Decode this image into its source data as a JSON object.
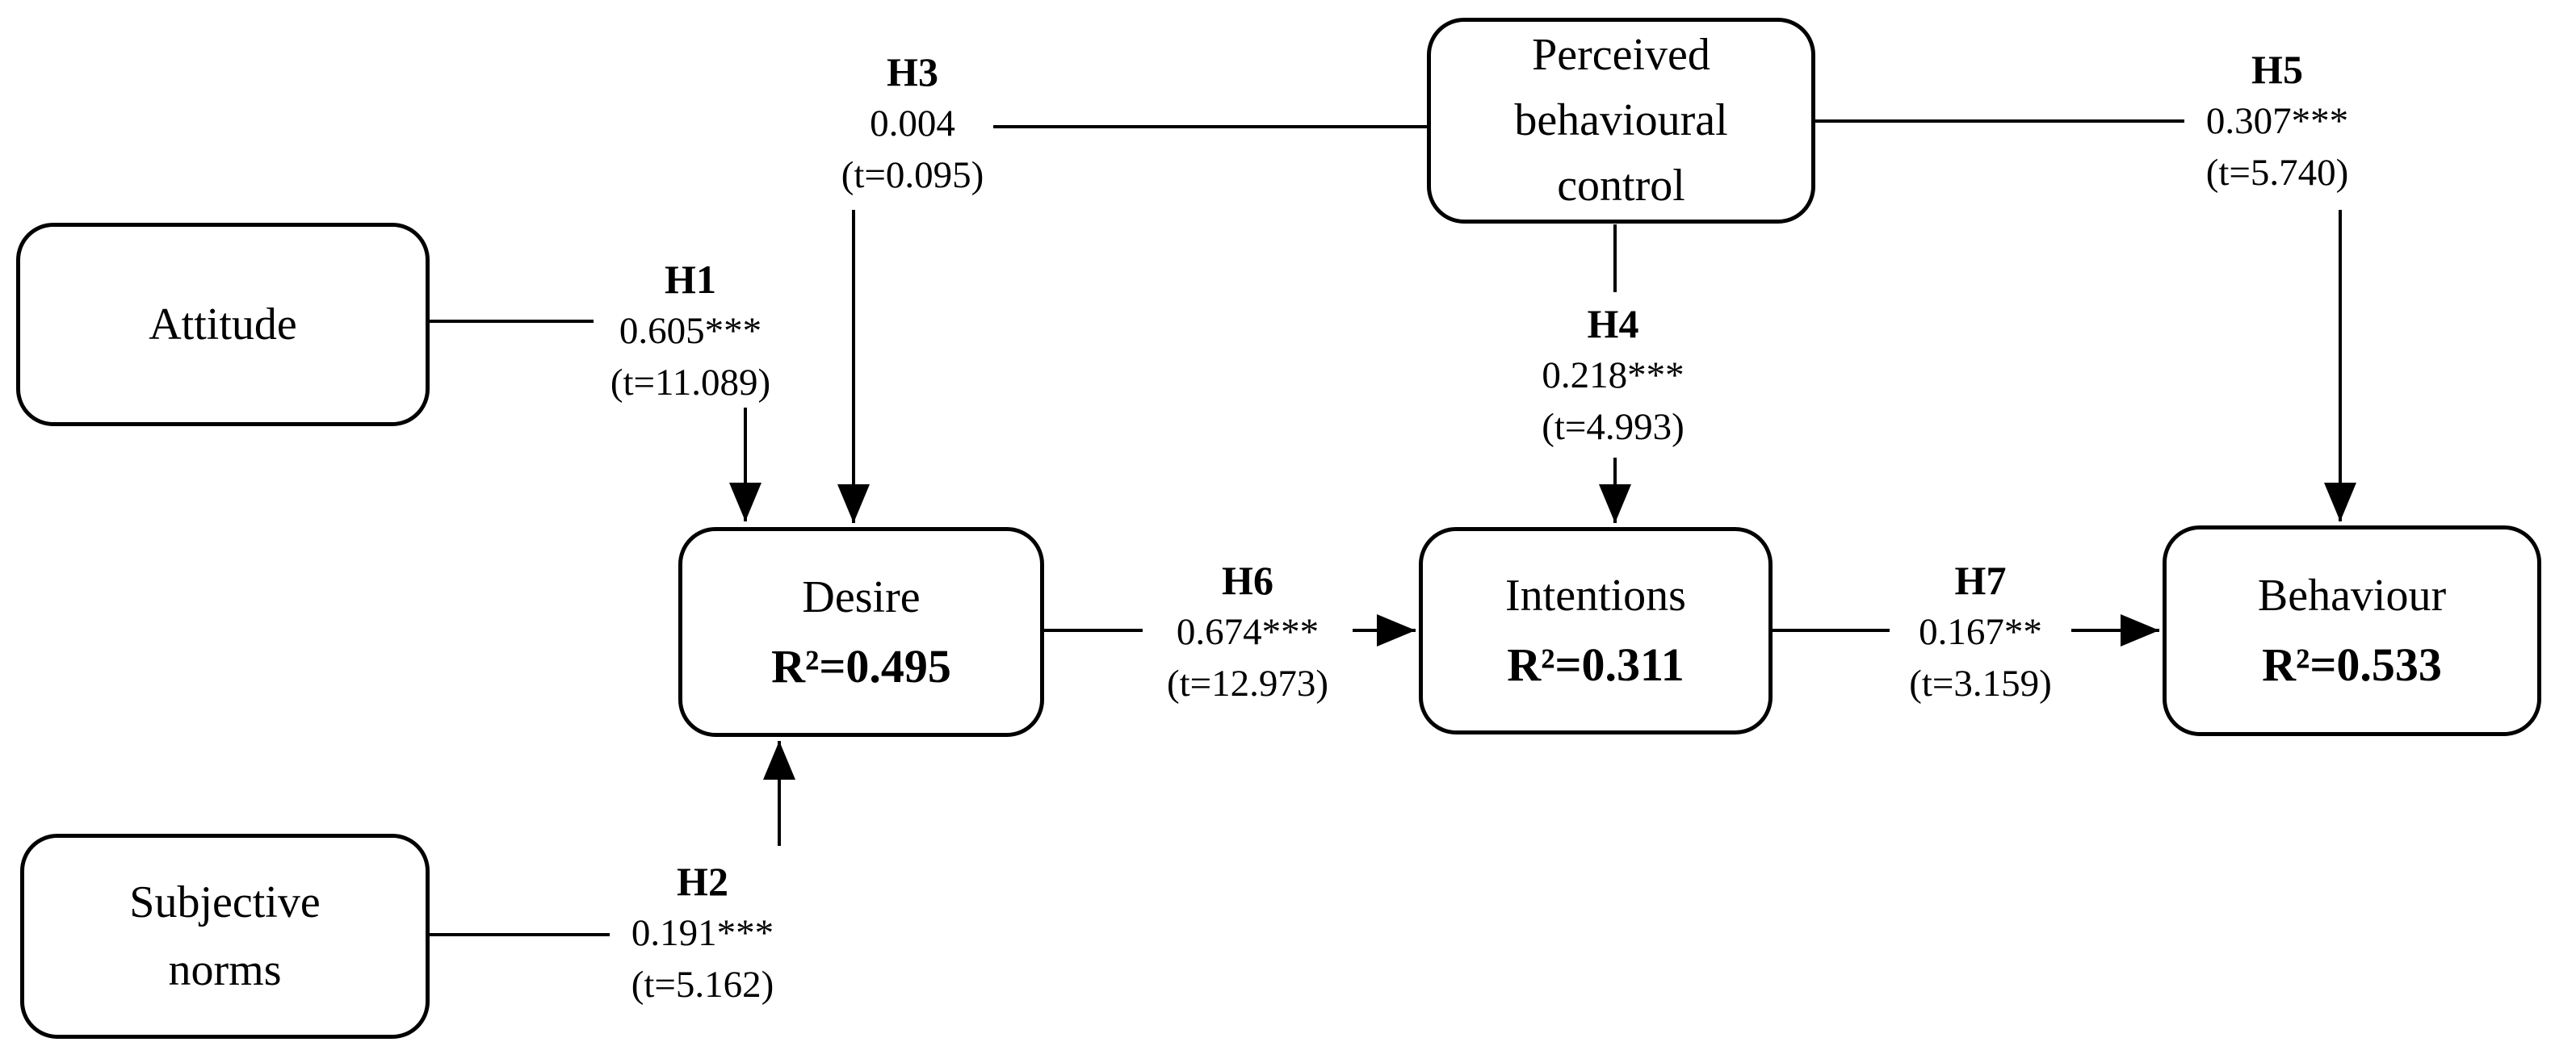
{
  "colors": {
    "line": "#000000",
    "node_fill": "#ffffff",
    "background": "#ffffff"
  },
  "diagram": {
    "nodes": {
      "attitude": {
        "label": "Attitude"
      },
      "subjective_norms": {
        "label": "Subjective norms"
      },
      "pbc": {
        "label": "Perceived behavioural control"
      },
      "desire": {
        "label": "Desire",
        "r2": "R²=0.495"
      },
      "intentions": {
        "label": "Intentions",
        "r2": "R²=0.311"
      },
      "behaviour": {
        "label": "Behaviour",
        "r2": "R²=0.533"
      }
    },
    "paths": {
      "h1": {
        "hypothesis": "H1",
        "coefficient": "0.605***",
        "t_value": "(t=11.089)",
        "from": "Attitude",
        "to": "Desire"
      },
      "h2": {
        "hypothesis": "H2",
        "coefficient": "0.191***",
        "t_value": "(t=5.162)",
        "from": "Subjective norms",
        "to": "Desire"
      },
      "h3": {
        "hypothesis": "H3",
        "coefficient": "0.004",
        "t_value": "(t=0.095)",
        "from": "Perceived behavioural control",
        "to": "Desire"
      },
      "h4": {
        "hypothesis": "H4",
        "coefficient": "0.218***",
        "t_value": "(t=4.993)",
        "from": "Perceived behavioural control",
        "to": "Intentions"
      },
      "h5": {
        "hypothesis": "H5",
        "coefficient": "0.307***",
        "t_value": "(t=5.740)",
        "from": "Perceived behavioural control",
        "to": "Behaviour"
      },
      "h6": {
        "hypothesis": "H6",
        "coefficient": "0.674***",
        "t_value": "(t=12.973)",
        "from": "Desire",
        "to": "Intentions"
      },
      "h7": {
        "hypothesis": "H7",
        "coefficient": "0.167**",
        "t_value": "(t=3.159)",
        "from": "Intentions",
        "to": "Behaviour"
      }
    }
  }
}
